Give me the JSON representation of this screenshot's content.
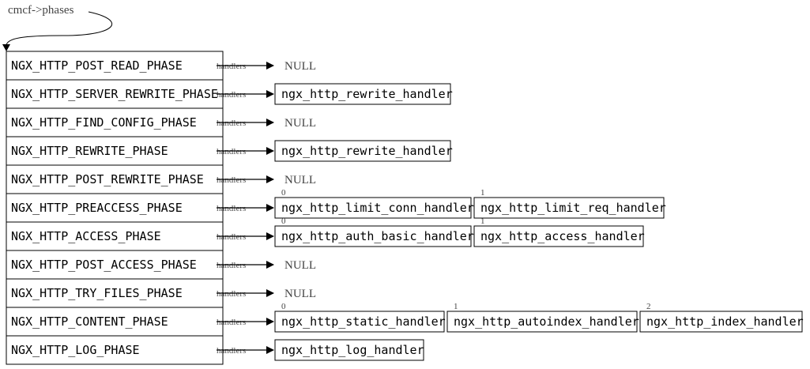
{
  "title": "cmcf->phases",
  "handlers_label": "handlers",
  "phases": [
    {
      "name": "NGX_HTTP_POST_READ_PHASE",
      "handlers": []
    },
    {
      "name": "NGX_HTTP_SERVER_REWRITE_PHASE",
      "handlers": [
        "ngx_http_rewrite_handler"
      ]
    },
    {
      "name": "NGX_HTTP_FIND_CONFIG_PHASE",
      "handlers": []
    },
    {
      "name": "NGX_HTTP_REWRITE_PHASE",
      "handlers": [
        "ngx_http_rewrite_handler"
      ]
    },
    {
      "name": "NGX_HTTP_POST_REWRITE_PHASE",
      "handlers": []
    },
    {
      "name": "NGX_HTTP_PREACCESS_PHASE",
      "handlers": [
        "ngx_http_limit_conn_handler",
        "ngx_http_limit_req_handler"
      ],
      "indices": [
        "0",
        "1"
      ]
    },
    {
      "name": "NGX_HTTP_ACCESS_PHASE",
      "handlers": [
        "ngx_http_auth_basic_handler",
        "ngx_http_access_handler"
      ],
      "indices": [
        "0",
        "1"
      ]
    },
    {
      "name": "NGX_HTTP_POST_ACCESS_PHASE",
      "handlers": []
    },
    {
      "name": "NGX_HTTP_TRY_FILES_PHASE",
      "handlers": []
    },
    {
      "name": "NGX_HTTP_CONTENT_PHASE",
      "handlers": [
        "ngx_http_static_handler",
        "ngx_http_autoindex_handler",
        "ngx_http_index_handler"
      ],
      "indices": [
        "0",
        "1",
        "2"
      ]
    },
    {
      "name": "NGX_HTTP_LOG_PHASE",
      "handlers": [
        "ngx_http_log_handler"
      ]
    }
  ],
  "null_label": "NULL"
}
